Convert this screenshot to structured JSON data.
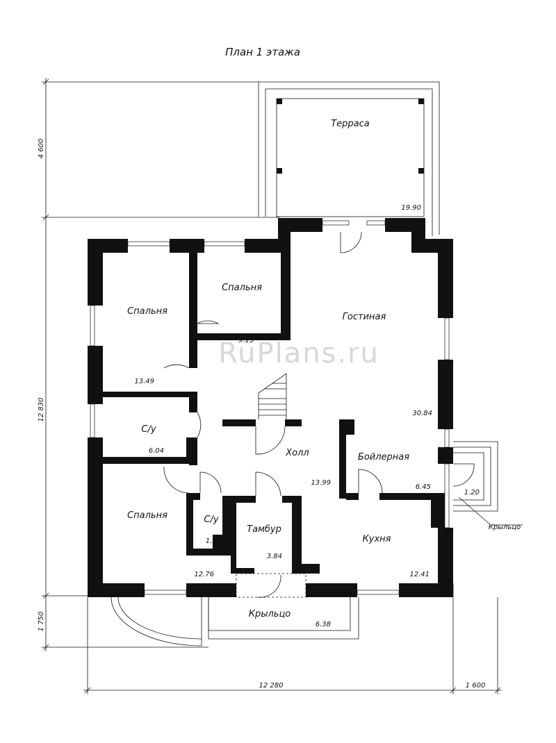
{
  "title": "План 1 этажа",
  "watermark": "RuPlans.ru",
  "rooms": [
    {
      "name": "Терраса",
      "area": "19.90"
    },
    {
      "name": "Спальня",
      "area": "13.49"
    },
    {
      "name": "Спальня",
      "area": "9.15"
    },
    {
      "name": "Гостиная",
      "area": "30.84"
    },
    {
      "name": "С/у",
      "area": "6.04"
    },
    {
      "name": "Холл",
      "area": "13.99"
    },
    {
      "name": "Бойлерная",
      "area": "6.45"
    },
    {
      "name": "Спальня",
      "area": "12.76"
    },
    {
      "name": "С/у",
      "area": "1.55"
    },
    {
      "name": "Тамбур",
      "area": "3.84"
    },
    {
      "name": "Кухня",
      "area": "12.41"
    },
    {
      "name": "Крыльцо",
      "area": "6.38"
    },
    {
      "name": "Крыльцо",
      "area": "1.20"
    }
  ],
  "dimensions": {
    "left_top": "4 600",
    "left_main": "12 830",
    "left_bottom": "1 750",
    "bottom_main": "12 280",
    "bottom_right": "1 600"
  },
  "colors": {
    "wall": "#111111",
    "line": "#111111",
    "watermark": "#d8d8d8"
  }
}
